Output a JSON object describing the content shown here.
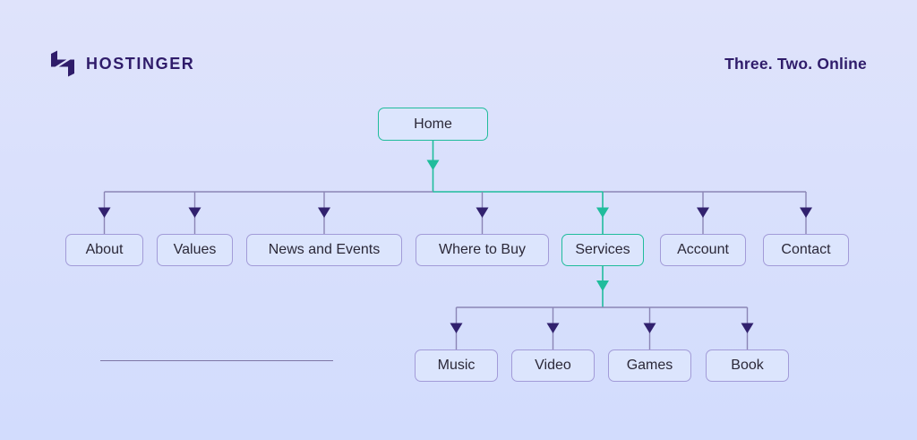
{
  "header": {
    "brand": "HOSTINGER",
    "tagline": "Three. Two. Online"
  },
  "colors": {
    "bg_top": "#dfe3fb",
    "bg_bottom": "#d2dcfd",
    "node_fill": "#dce5fd",
    "node_border": "#a29bd8",
    "node_text": "#2b2838",
    "accent": "#20bc9c",
    "connector": "#8b85b5",
    "arrow": "#31216e",
    "brand_text": "#2f1c6a",
    "divider": "#7d77a6"
  },
  "sitemap": {
    "root": {
      "label": "Home",
      "highlighted": true
    },
    "level2": [
      {
        "label": "About",
        "highlighted": false
      },
      {
        "label": "Values",
        "highlighted": false
      },
      {
        "label": "News and Events",
        "highlighted": false
      },
      {
        "label": "Where to Buy",
        "highlighted": false
      },
      {
        "label": "Services",
        "highlighted": true
      },
      {
        "label": "Account",
        "highlighted": false
      },
      {
        "label": "Contact",
        "highlighted": false
      }
    ],
    "level3": [
      {
        "label": "Music"
      },
      {
        "label": "Video"
      },
      {
        "label": "Games"
      },
      {
        "label": "Book"
      }
    ]
  }
}
